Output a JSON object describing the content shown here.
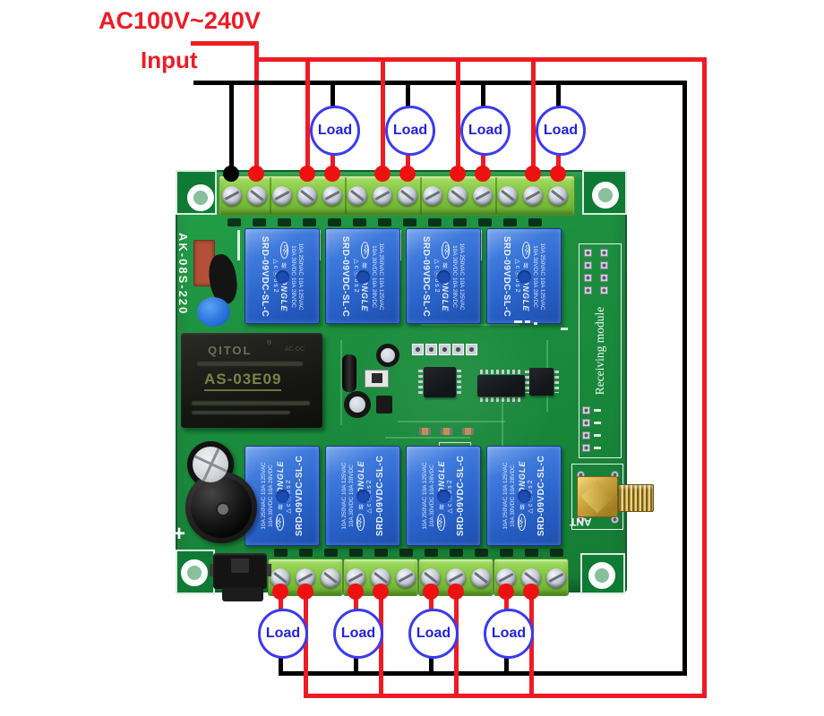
{
  "annotations": {
    "power": "AC100V~240V",
    "input": "Input",
    "loads_top": [
      "Load",
      "Load",
      "Load",
      "Load"
    ],
    "loads_bottom": [
      "Load",
      "Load",
      "Load",
      "Load"
    ]
  },
  "board": {
    "model": "AK-08S-220",
    "receiving_module": "Receiving module",
    "antenna_label": "ANT",
    "buzzer_plus": "+",
    "power_module": {
      "brand": "QITOL",
      "reg_mark": "®",
      "type": "AC-DC",
      "model": "AS-03E09"
    },
    "relay": {
      "brand": "SONGLE",
      "model": "SRD-09VDC-SL-C",
      "rating_ac": "10A 250VAC 10A 125VAC",
      "rating_dc": "10A 30VDC  10A 28VDC",
      "cqc_mark": "CQC",
      "triangle_mark": "△",
      "ul_mark": "cⓤus",
      "form_mark": "2",
      "stripes_mark": "≋"
    }
  },
  "colors": {
    "wire_live": "#ee1b24",
    "wire_neutral": "#000000",
    "load_outline": "#3a3af2",
    "load_text": "#2222dd",
    "pcb_green": "#1c8f3f",
    "terminal_green": "#86c843",
    "relay_blue": "#2e6ed4",
    "antenna_gold": "#cda63e"
  }
}
